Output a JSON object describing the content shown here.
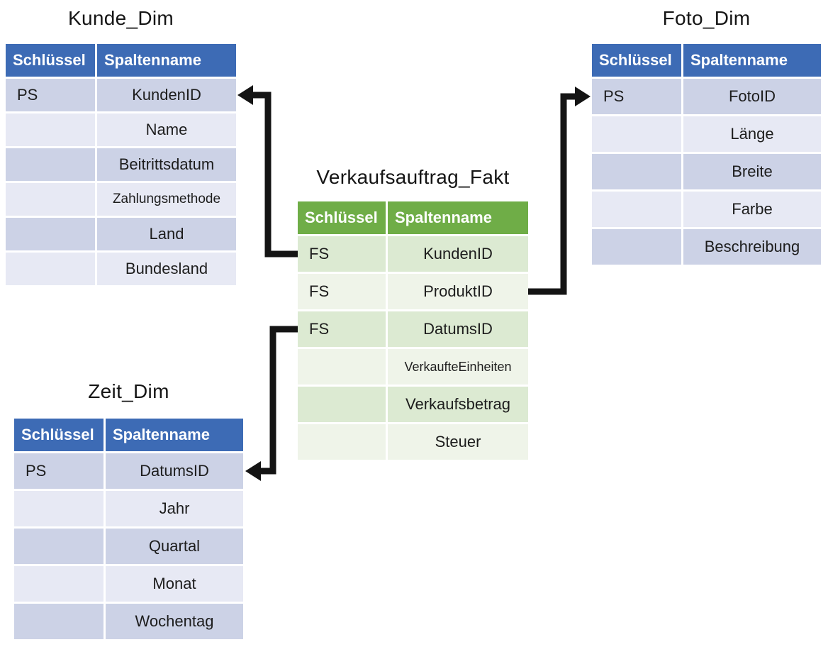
{
  "diagram": {
    "tables": {
      "kunde": {
        "title": "Kunde_Dim",
        "headers": [
          "Schlüssel",
          "Spaltenname"
        ],
        "rows": [
          {
            "key": "PS",
            "column": "KundenID"
          },
          {
            "key": "",
            "column": "Name"
          },
          {
            "key": "",
            "column": "Beitrittsdatum"
          },
          {
            "key": "",
            "column": "Zahlungsmethode"
          },
          {
            "key": "",
            "column": "Land"
          },
          {
            "key": "",
            "column": "Bundesland"
          }
        ]
      },
      "foto": {
        "title": "Foto_Dim",
        "headers": [
          "Schlüssel",
          "Spaltenname"
        ],
        "rows": [
          {
            "key": "PS",
            "column": "FotoID"
          },
          {
            "key": "",
            "column": "Länge"
          },
          {
            "key": "",
            "column": "Breite"
          },
          {
            "key": "",
            "column": "Farbe"
          },
          {
            "key": "",
            "column": "Beschreibung"
          }
        ]
      },
      "fakt": {
        "title": "Verkaufsauftrag_Fakt",
        "headers": [
          "Schlüssel",
          "Spaltenname"
        ],
        "rows": [
          {
            "key": "FS",
            "column": "KundenID"
          },
          {
            "key": "FS",
            "column": "ProduktID"
          },
          {
            "key": "FS",
            "column": "DatumsID"
          },
          {
            "key": "",
            "column": "VerkaufteEinheiten"
          },
          {
            "key": "",
            "column": "Verkaufsbetrag"
          },
          {
            "key": "",
            "column": "Steuer"
          }
        ]
      },
      "zeit": {
        "title": "Zeit_Dim",
        "headers": [
          "Schlüssel",
          "Spaltenname"
        ],
        "rows": [
          {
            "key": "PS",
            "column": "DatumsID"
          },
          {
            "key": "",
            "column": "Jahr"
          },
          {
            "key": "",
            "column": "Quartal"
          },
          {
            "key": "",
            "column": "Monat"
          },
          {
            "key": "",
            "column": "Wochentag"
          }
        ]
      }
    },
    "relationships": [
      {
        "from": "Verkaufsauftrag_Fakt.KundenID",
        "to": "Kunde_Dim.KundenID"
      },
      {
        "from": "Verkaufsauftrag_Fakt.ProduktID",
        "to": "Foto_Dim.FotoID"
      },
      {
        "from": "Verkaufsauftrag_Fakt.DatumsID",
        "to": "Zeit_Dim.DatumsID"
      }
    ],
    "colors": {
      "dim_header": "#3d6bb5",
      "dim_row_dark": "#ccd2e6",
      "dim_row_light": "#e7e9f4",
      "fact_header": "#6fad47",
      "fact_row_dark": "#dcead2",
      "fact_row_light": "#eff4e9",
      "arrow": "#141414"
    }
  }
}
